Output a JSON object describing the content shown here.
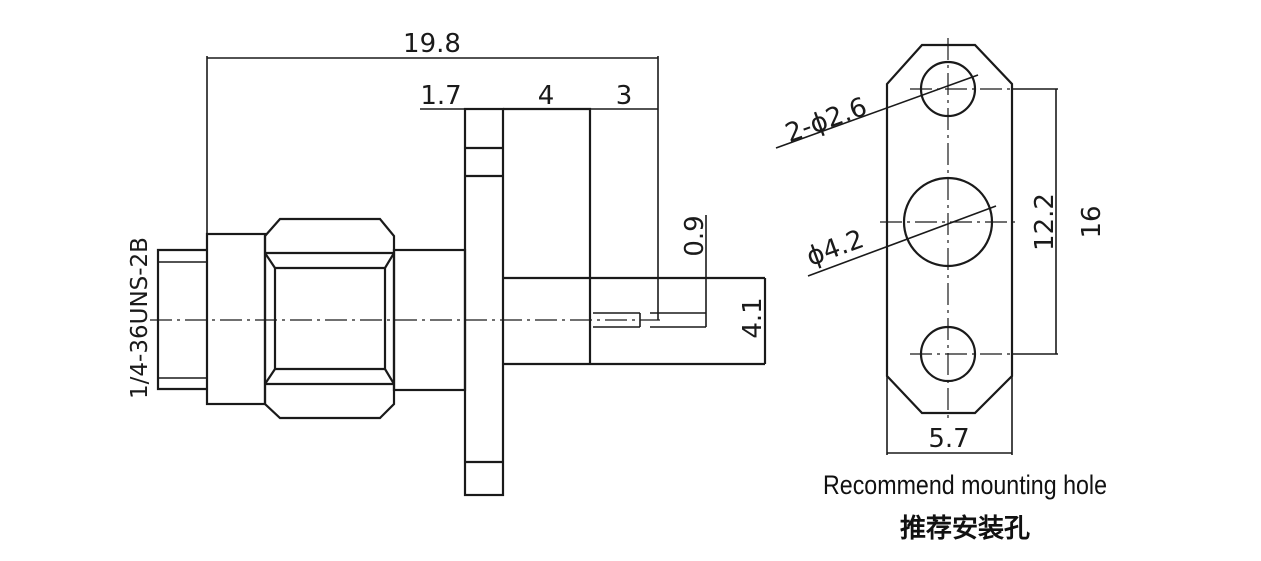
{
  "side_view": {
    "dims": {
      "overall_length": "19.8",
      "flange_thickness": "1.7",
      "body_length": "4",
      "pin_length": "3",
      "pin_diameter": "0.9",
      "body_diameter": "4.1"
    },
    "thread": "1/4-36UNS-2B"
  },
  "mounting_hole": {
    "dims": {
      "small_holes": "2-ϕ2.6",
      "center_hole": "ϕ4.2",
      "hole_spacing": "12.2",
      "flange_height": "16",
      "flange_width": "5.7"
    },
    "caption_en": "Recommend mounting hole",
    "caption_zh": "推荐安装孔"
  }
}
